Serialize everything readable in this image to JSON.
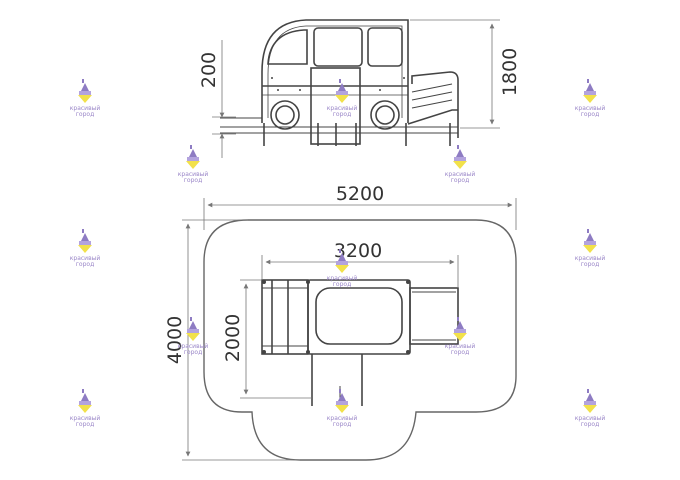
{
  "dimensions": {
    "side_height_small": "200",
    "side_height_total": "1800",
    "plan_width_total": "5200",
    "plan_width_inner": "3200",
    "plan_height_total": "4000",
    "plan_height_inner": "2000"
  },
  "watermark": {
    "line1": "красивый",
    "line2": "город"
  },
  "colors": {
    "line": "#444444",
    "dimension": "#777777",
    "watermark_purple": "#8e7cc3",
    "watermark_yellow": "#f2e14a"
  }
}
